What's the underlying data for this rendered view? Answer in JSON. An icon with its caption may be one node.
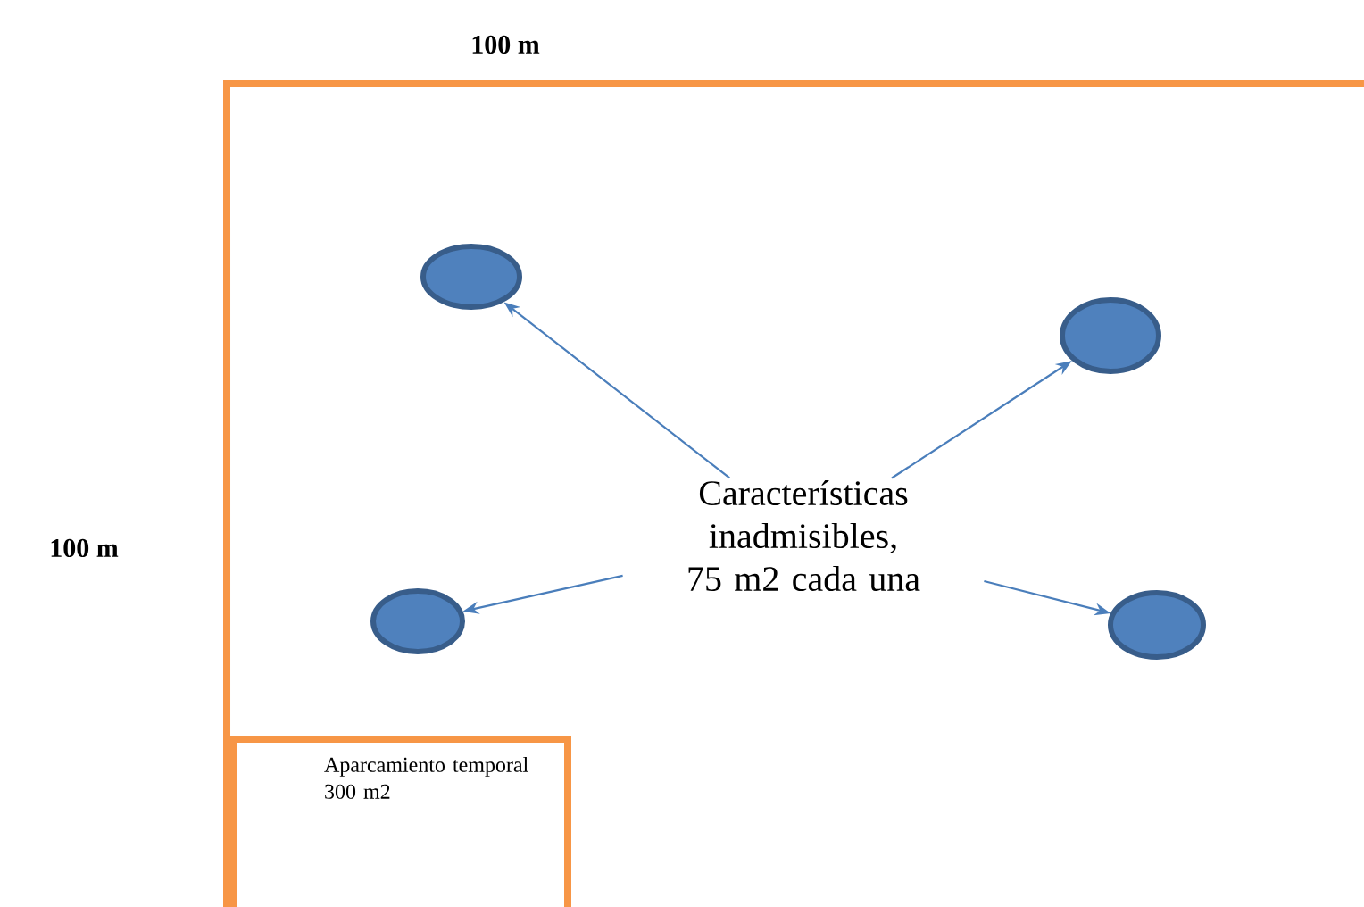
{
  "diagram": {
    "nodes": [
      {
        "text": [
          "Características inadmisibles, 75 m2 cada una"
        ]
      },
      {
        "text": [],
        "shape": "circle"
      },
      {
        "text": [],
        "shape": "circle"
      },
      {
        "text": [],
        "shape": "circle"
      },
      {
        "text": [],
        "shape": "circle"
      },
      {
        "text": [
          "Aparcamiento temporal 300 m2"
        ]
      }
    ],
    "edges": [
      {
        "from": 0,
        "to": 1,
        "arrow": "to"
      },
      {
        "from": 0,
        "to": 2,
        "arrow": "to"
      },
      {
        "from": 0,
        "to": 3,
        "arrow": "to"
      },
      {
        "from": 0,
        "to": 4,
        "arrow": "to"
      }
    ],
    "labels": [
      "100 m",
      "100 m"
    ]
  }
}
